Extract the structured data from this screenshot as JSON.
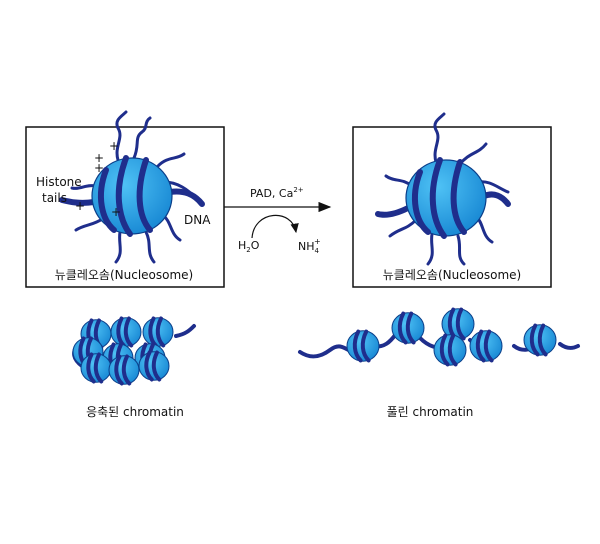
{
  "left_box": {
    "histone_label_line1": "Histone",
    "histone_label_line2": "tails",
    "dna_label": "DNA",
    "caption": "뉴클레오솜(Nucleosome)",
    "charge_symbol": "+"
  },
  "reaction": {
    "enzyme": "PAD, Ca",
    "enzyme_sup": "2+",
    "reactant_main": "H",
    "reactant_sub": "2",
    "reactant_tail": "O",
    "product_main": "NH",
    "product_sub": "4",
    "product_sup": "+"
  },
  "right_box": {
    "caption": "뉴클레오솜(Nucleosome)"
  },
  "bottom": {
    "condensed_caption": "응축된 chromatin",
    "relaxed_caption": "풀린 chromatin"
  },
  "colors": {
    "sphere": "#1e9be0",
    "sphere_edge": "#0b3f8a",
    "band": "#1f2e8c",
    "tail": "#1f2e8c",
    "plus": "#d8323a",
    "label_blue": "#1f3b8c"
  }
}
